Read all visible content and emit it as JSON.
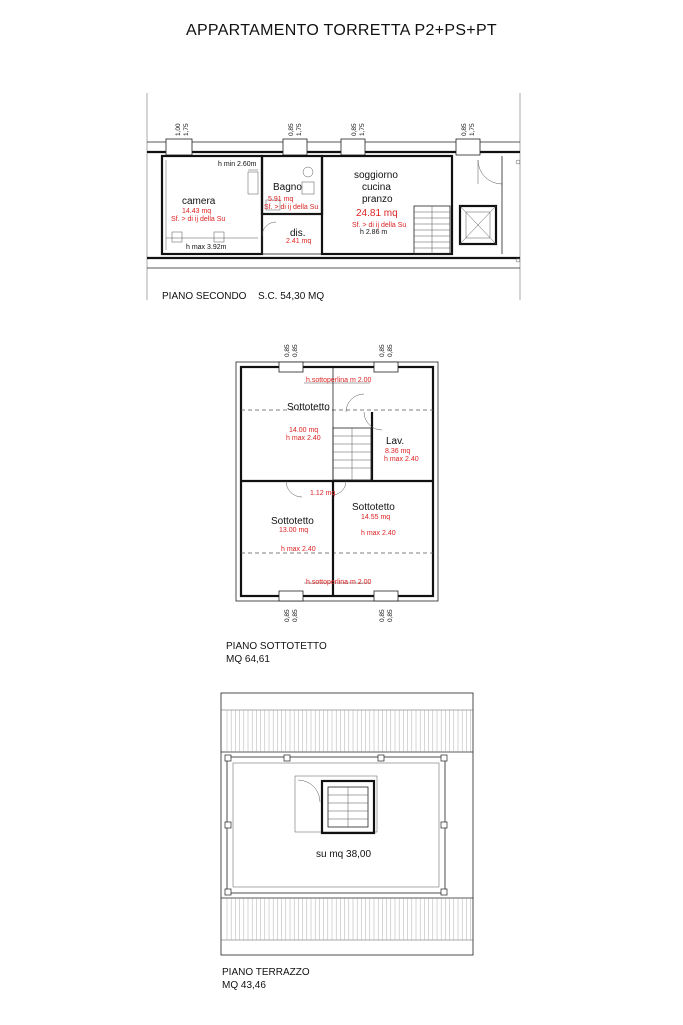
{
  "title": "APPARTAMENTO TORRETTA P2+PS+PT",
  "piano_secondo": {
    "label": "PIANO SECONDO",
    "sc": "S.C. 54,30 MQ",
    "dims": [
      "1,00",
      "1,75",
      "0,85",
      "1,75",
      "0,85",
      "1,75",
      "0,85",
      "1,75"
    ],
    "camera": {
      "name": "camera",
      "area": "14.43 mq",
      "note": "Sf. > di ij della Su",
      "h_min": "h min 2.60m",
      "h_max": "h max 3.92m"
    },
    "bagno": {
      "name": "Bagno",
      "area": "5.91 mq",
      "note": "Sf. > di ij della Su"
    },
    "dis": {
      "name": "dis.",
      "area": "2.41 mq"
    },
    "soggiorno": {
      "name1": "soggiorno",
      "name2": "cucina",
      "name3": "pranzo",
      "area": "24.81 mq",
      "note": "Sf. > di ij della Su",
      "h": "h 2.86 m"
    }
  },
  "piano_sottotetto": {
    "label": "PIANO SOTTOTETTO",
    "mq": "MQ 64,61",
    "dims_top": [
      "0,85",
      "0,85",
      "0,85",
      "0,85"
    ],
    "dims_bottom": [
      "0,85",
      "0,85",
      "0,85",
      "0,85"
    ],
    "h_top": "h.sottoperlina m 2.00",
    "h_bottom": "h.sottoperlina m 2.00",
    "room1": {
      "name": "Sottotetto",
      "area": "14.00 mq",
      "h": "h max 2.40"
    },
    "lav": {
      "name": "Lav.",
      "area": "8.36 mq",
      "h": "h max 2.40"
    },
    "disimpegno": {
      "area": "1.12 mq"
    },
    "room2": {
      "name": "Sottotetto",
      "area": "13.00 mq",
      "h": "h max 2.40"
    },
    "room3": {
      "name": "Sottotetto",
      "area": "14.55 mq",
      "h": "h max 2.40"
    }
  },
  "piano_terrazzo": {
    "label": "PIANO TERRAZZO",
    "mq": "MQ 43,46",
    "area": "su mq 38,00"
  }
}
